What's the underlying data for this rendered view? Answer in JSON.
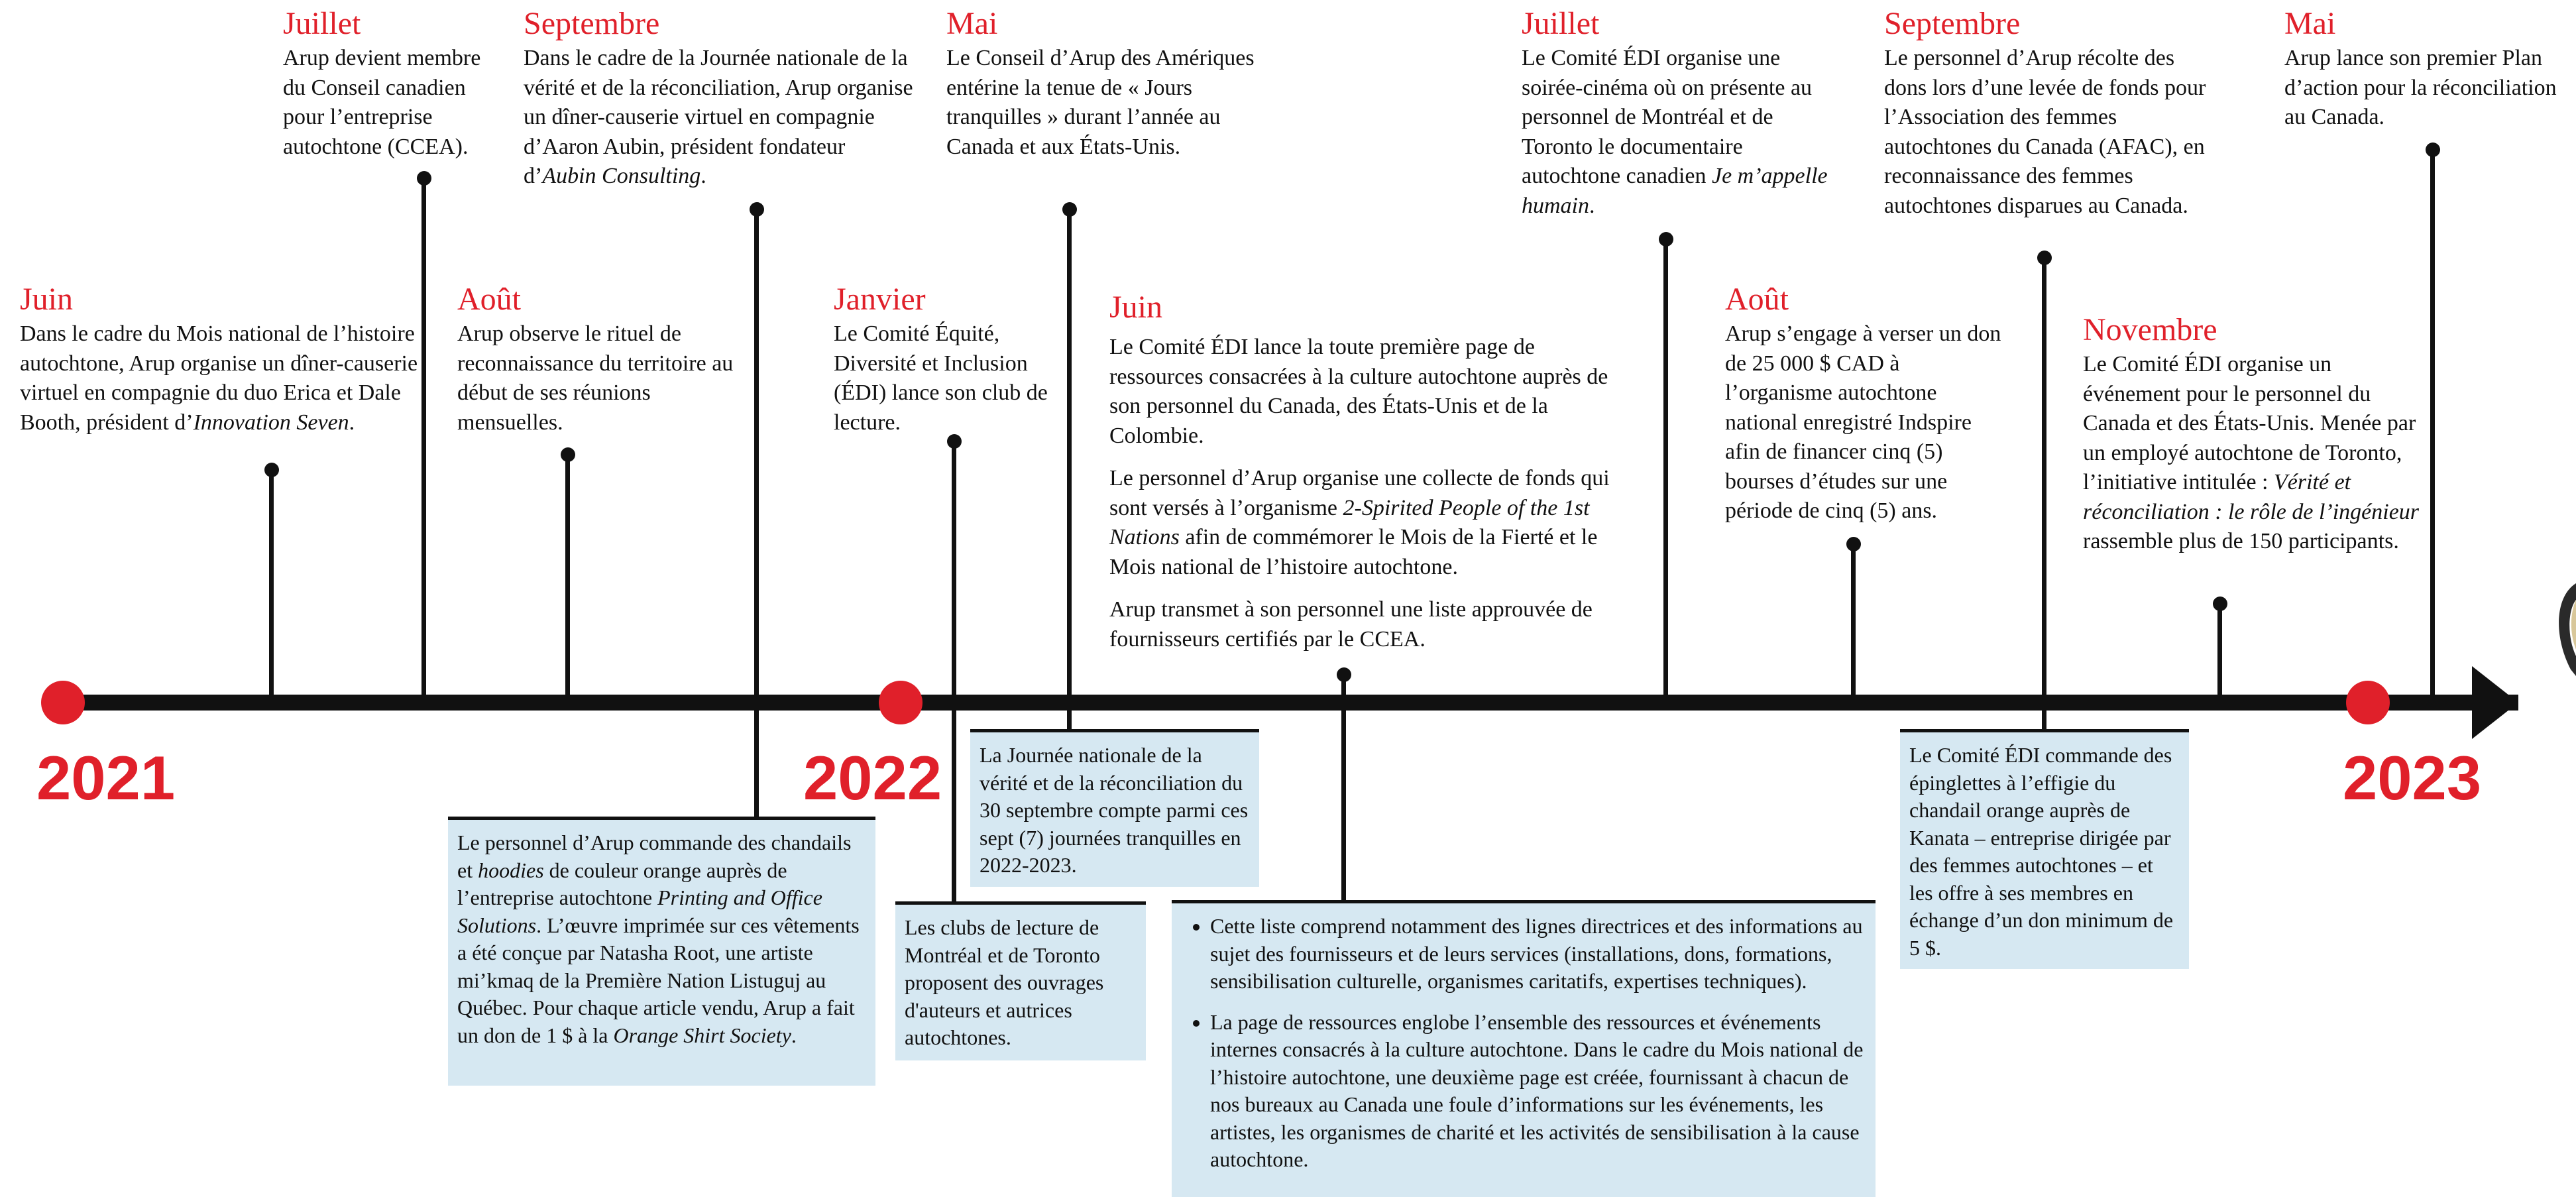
{
  "colors": {
    "accent": "#e0202a",
    "box_bg": "#d6e8f2",
    "axis": "#111111"
  },
  "years": [
    "2021",
    "2022",
    "2023"
  ],
  "events": [
    {
      "month": "Juin",
      "parts": [
        "Dans le cadre du Mois national de l’histoire autochtone, Arup organise un dîner-causerie virtuel en compagnie du duo Erica et Dale Booth, président d’",
        "Innovation Seven",
        "."
      ]
    },
    {
      "month": "Juillet",
      "parts": [
        "Arup devient membre du Conseil canadien pour l’entreprise autochtone (CCEA)."
      ]
    },
    {
      "month": "Août",
      "parts": [
        "Arup observe le rituel de reconnaissance du territoire au début de ses réunions mensuelles."
      ]
    },
    {
      "month": "Septembre",
      "parts": [
        "Dans le cadre de la Journée nationale de la vérité et de la réconciliation, Arup organise un dîner-causerie virtuel en compagnie d’Aaron Aubin, président fondateur d’",
        "Aubin Consulting",
        "."
      ]
    },
    {
      "month": "Janvier",
      "parts": [
        "Le Comité Équité, Diversité et Inclusion (ÉDI) lance son club de lecture."
      ]
    },
    {
      "month": "Mai",
      "parts": [
        "Le Conseil d’Arup des Amériques entérine la tenue de « Jours tranquilles » durant l’année au Canada et aux États-Unis."
      ]
    },
    {
      "month": "Juin",
      "p1": "Le Comité ÉDI lance la toute première page de ressources consacrées à la culture autochtone auprès de son personnel du Canada, des États-Unis et de la Colombie.",
      "p2": [
        "Le personnel d’Arup organise une collecte de fonds qui sont versés à l’organisme ",
        "2-Spirited People of the 1st Nations",
        " afin de commémorer le Mois de la Fierté et le Mois national de l’histoire autochtone."
      ],
      "p3": "Arup transmet à son personnel une liste approuvée de fournisseurs certifiés par le CCEA."
    },
    {
      "month": "Juillet",
      "parts": [
        "Le Comité ÉDI organise une soirée-cinéma où on présente au personnel de Montréal et de Toronto le documentaire autochtone canadien ",
        "Je m’appelle humain",
        "."
      ]
    },
    {
      "month": "Août",
      "parts": [
        "Arup s’engage à verser un don de 25 000 $ CAD à l’organisme autochtone national enregistré Indspire afin de financer cinq (5) bourses d’études sur une période de cinq (5) ans."
      ]
    },
    {
      "month": "Septembre",
      "parts": [
        "Le personnel d’Arup récolte des dons lors d’une levée de fonds pour l’Association des femmes autochtones du Canada (AFAC), en reconnaissance des femmes autochtones disparues au Canada."
      ]
    },
    {
      "month": "Novembre",
      "parts": [
        "Le Comité ÉDI organise un événement pour le personnel du Canada et des États-Unis. Menée par un employé autochtone de Toronto, l’initiative intitulée : ",
        "Vérité et réconciliation : le rôle de l’ingénieur",
        " rassemble plus de 150 participants."
      ]
    },
    {
      "month": "Mai",
      "parts": [
        "Arup lance son premier Plan d’action pour la réconciliation au Canada."
      ]
    }
  ],
  "boxes": [
    {
      "parts": [
        "Le personnel d’Arup commande des chandails et ",
        "hoodies",
        " de couleur orange auprès de l’entreprise autochtone ",
        "Printing and Office Solutions",
        ". L’œuvre imprimée sur ces vêtements a été conçue par Natasha Root, une artiste mi’kmaq de la Première Nation Listuguj au Québec. Pour chaque article vendu, Arup a fait un don de 1 $ à la ",
        "Orange Shirt Society",
        "."
      ]
    },
    {
      "text": "Les clubs de lecture de Montréal et de Toronto proposent des ouvrages d'auteurs et autrices autochtones."
    },
    {
      "text": "La Journée nationale de la vérité et de la réconciliation du 30 septembre compte parmi ces sept (7) journées tranquilles en 2022-2023."
    },
    {
      "bullets": [
        "Cette liste comprend notamment des lignes directrices et des informations au sujet des fournisseurs et de leurs services (installations, dons, formations, sensibilisation culturelle, organismes caritatifs, expertises techniques).",
        "La page de ressources englobe l’ensemble des ressources et événements internes consacrés à la culture autochtone. Dans le cadre du Mois national de l’histoire autochtone, une deuxième page est créée, fournissant à chacun de nos bureaux au Canada une foule d’informations sur les événements, les artistes, les organismes de charité et les activités de sensibilisation à la cause autochtone."
      ]
    },
    {
      "text": "Le Comité ÉDI commande des épinglettes à l’effigie du chandail orange auprès de Kanata – entreprise dirigée par des femmes autochtones – et les offre à ses membres en échange d’un don minimum de 5 $."
    }
  ]
}
